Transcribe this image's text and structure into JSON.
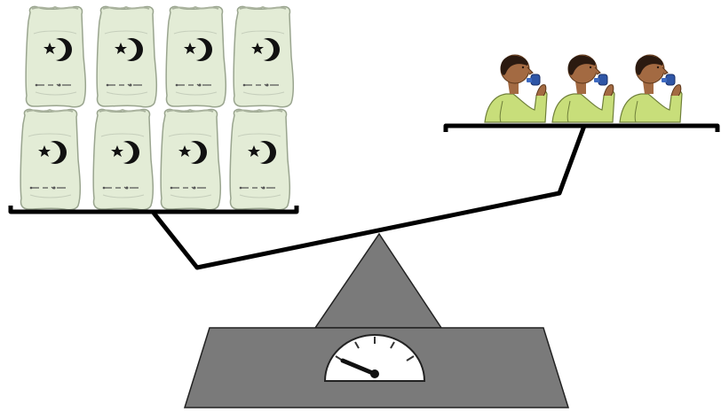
{
  "scene": {
    "left_pan": {
      "item": "flour-sack",
      "count": 8,
      "rows": 2,
      "per_row": 4,
      "sack_symbol": "star-and-crescent-icon",
      "sack_color": "#e3ecd6"
    },
    "right_pan": {
      "item": "person-using-inhaler",
      "count": 3,
      "inhaler_color": "#2f56a6",
      "shirt_color": "#c8de7a"
    },
    "beam_tilt": "left side down",
    "scale_color": "#7a7a7a",
    "gauge": {
      "dial_color": "#ffffff",
      "needle_color": "#111111"
    }
  }
}
